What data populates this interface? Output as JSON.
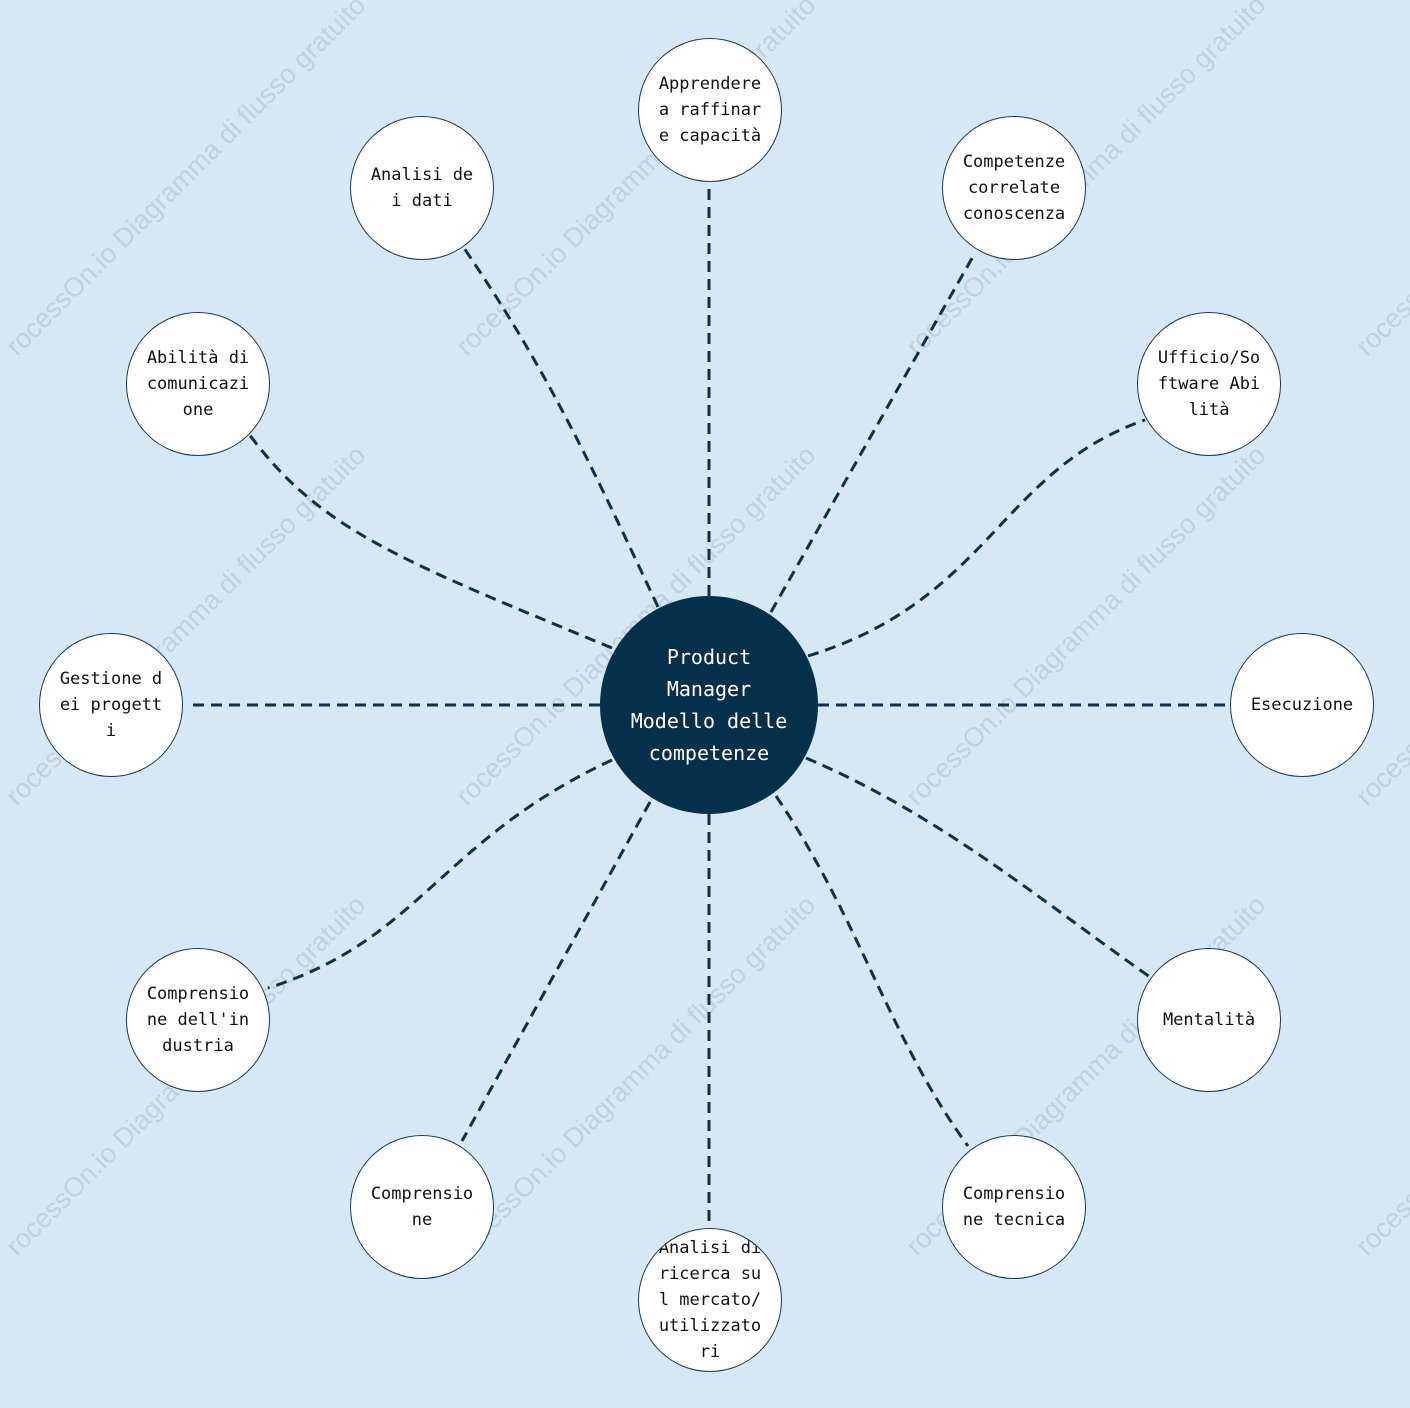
{
  "watermark": "rocessOn.io Diagramma di flusso gratuito",
  "colors": {
    "background": "#d6e8f5",
    "center_fill": "#05304a",
    "line": "#0d3149",
    "node_fill": "#ffffff"
  },
  "center": {
    "label": "Product\nManager\nModello delle\ncompetenze"
  },
  "nodes": [
    {
      "label": "Apprendere a raffinare capacità"
    },
    {
      "label": "Competenze correlate conoscenza"
    },
    {
      "label": "Ufficio/Software Abilità"
    },
    {
      "label": "Esecuzione"
    },
    {
      "label": "Mentalità"
    },
    {
      "label": "Comprensione tecnica"
    },
    {
      "label": "Analisi di ricerca sul mercato/utilizzatori"
    },
    {
      "label": "Comprensione"
    },
    {
      "label": "Comprensione dell'industria"
    },
    {
      "label": "Gestione dei progetti"
    },
    {
      "label": "Abilità di comunicazione"
    },
    {
      "label": "Analisi dei dati"
    }
  ]
}
